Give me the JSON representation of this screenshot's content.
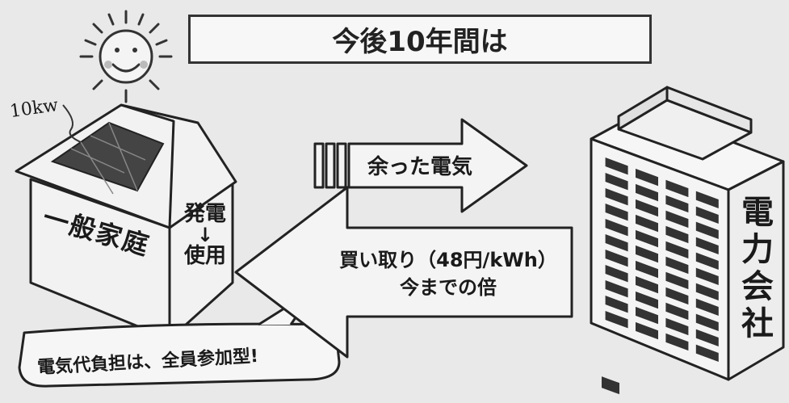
{
  "title": "今後10年間は",
  "house": {
    "label": "一般家庭",
    "panel_note": "10kw",
    "gen_label": "発電",
    "gen_arrow": "↓",
    "use_label": "使用"
  },
  "flow_out": {
    "label": "余った電気"
  },
  "flow_in": {
    "line1": "買い取り（48円/kWh）",
    "line2": "今までの倍"
  },
  "company": {
    "chars": [
      "電",
      "力",
      "会",
      "社"
    ]
  },
  "bubble": {
    "text": "電気代負担は、全員参加型!"
  }
}
